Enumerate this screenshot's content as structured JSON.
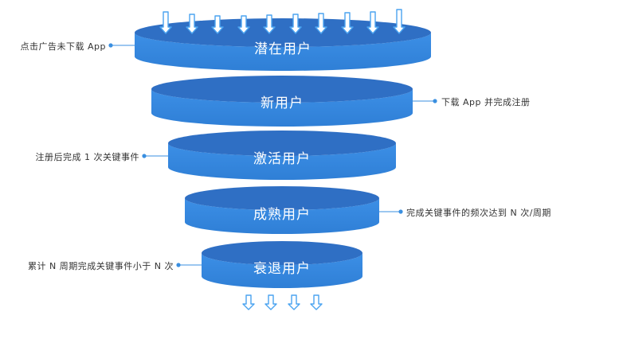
{
  "colors": {
    "disc_top": "#2f6fc4",
    "disc_side": "#3c8fe6",
    "disc_side_dark": "#2f7fd6",
    "arrow": "#4aa3f0",
    "connector": "#3a8fe0",
    "text": "#333333"
  },
  "funnel": {
    "stages": [
      {
        "label": "潜在用户",
        "note": "点击广告未下载 App",
        "note_side": "left"
      },
      {
        "label": "新用户",
        "note": "下载 App 并完成注册",
        "note_side": "right"
      },
      {
        "label": "激活用户",
        "note": "注册后完成 1 次关键事件",
        "note_side": "left"
      },
      {
        "label": "成熟用户",
        "note": "完成关键事件的频次达到 N 次/周期",
        "note_side": "right"
      },
      {
        "label": "衰退用户",
        "note": "累计 N 周期完成关键事件小于 N 次",
        "note_side": "left"
      }
    ]
  },
  "icons": {
    "top_arrows": "arrow-down-icon",
    "bottom_arrows": "hollow-arrow-down-icon"
  }
}
